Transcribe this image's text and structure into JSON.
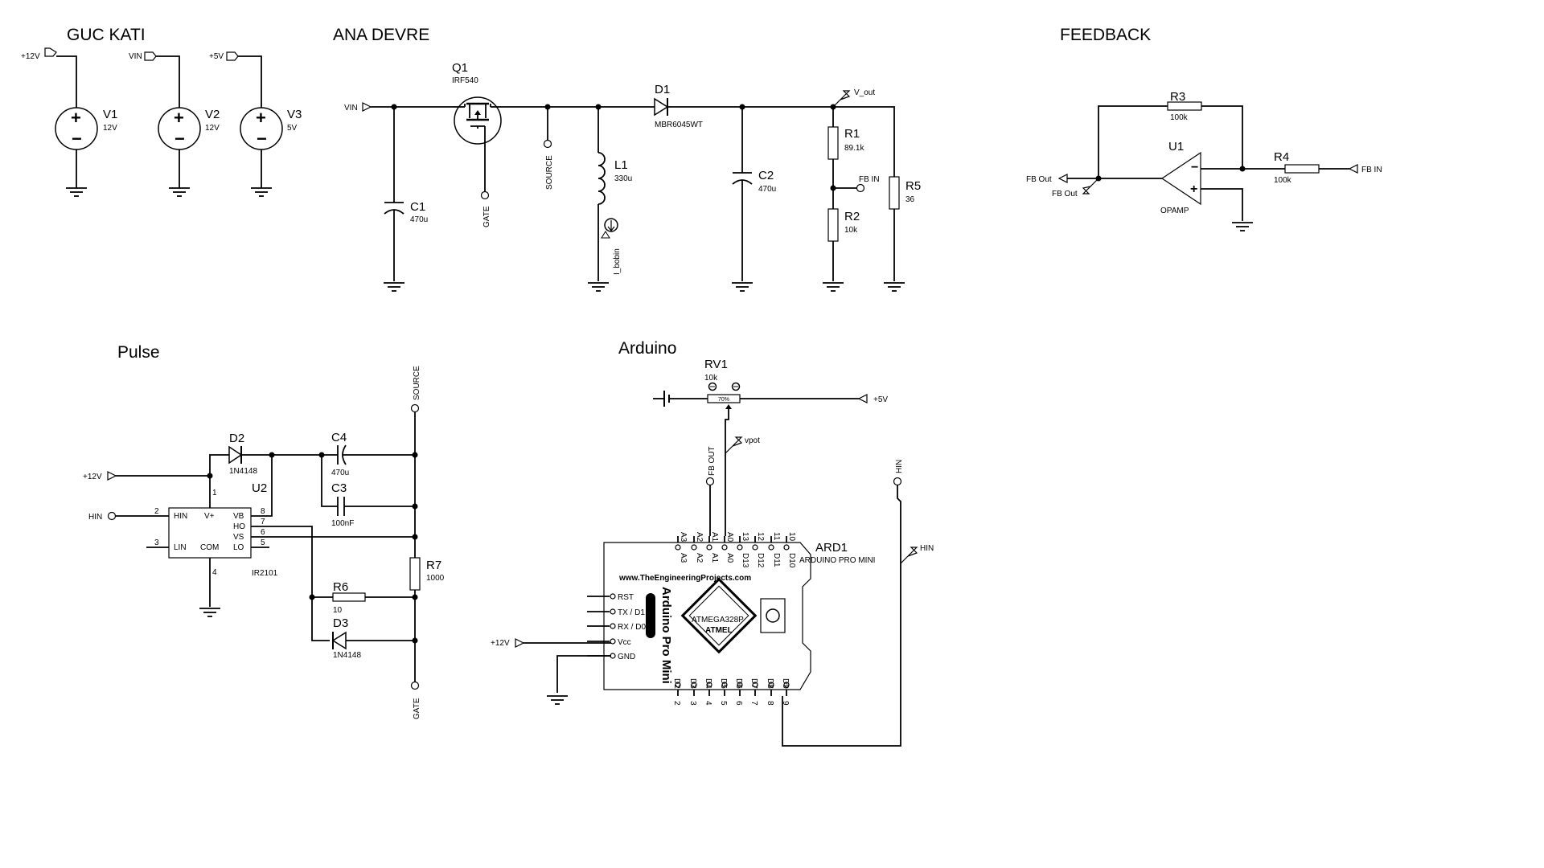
{
  "sections": {
    "power": "GUC KATI",
    "main": "ANA DEVRE",
    "feedback": "FEEDBACK",
    "pulse": "Pulse",
    "arduino": "Arduino"
  },
  "power": {
    "v1": {
      "ref": "V1",
      "value": "12V",
      "net": "+12V"
    },
    "v2": {
      "ref": "V2",
      "value": "12V",
      "net": "VIN"
    },
    "v3": {
      "ref": "V3",
      "value": "5V",
      "net": "+5V"
    }
  },
  "main": {
    "vin_net": "VIN",
    "q1": {
      "ref": "Q1",
      "value": "IRF540"
    },
    "gate_probe": "GATE",
    "source_probe": "SOURCE",
    "l1": {
      "ref": "L1",
      "value": "330u"
    },
    "current_probe": "I_bobin",
    "d1": {
      "ref": "D1",
      "value": "MBR6045WT"
    },
    "c1": {
      "ref": "C1",
      "value": "470u"
    },
    "c2": {
      "ref": "C2",
      "value": "470u"
    },
    "r1": {
      "ref": "R1",
      "value": "89.1k"
    },
    "r2": {
      "ref": "R2",
      "value": "10k"
    },
    "r5": {
      "ref": "R5",
      "value": "36"
    },
    "fb_in_probe": "FB IN",
    "vout_probe": "V_out"
  },
  "feedback": {
    "r3": {
      "ref": "R3",
      "value": "100k"
    },
    "r4": {
      "ref": "R4",
      "value": "100k"
    },
    "u1": {
      "ref": "U1",
      "value": "OPAMP"
    },
    "fb_out_term": "FB Out",
    "fb_out_probe": "FB Out",
    "fb_in_term": "FB IN"
  },
  "pulse": {
    "vcc_net": "+12V",
    "hin_probe": "HIN",
    "u2": {
      "ref": "U2",
      "value": "IR2101",
      "pins_left": [
        {
          "num": "2",
          "name": "HIN"
        },
        {
          "num": "3",
          "name": "LIN"
        }
      ],
      "pins_right": [
        {
          "num": "8",
          "name": "VB"
        },
        {
          "num": "7",
          "name": "HO"
        },
        {
          "num": "6",
          "name": "VS"
        },
        {
          "num": "5",
          "name": "LO"
        }
      ],
      "pin_top": {
        "num": "1",
        "name": "V+"
      },
      "pin_bottom": {
        "num": "4",
        "name": "COM"
      }
    },
    "d2": {
      "ref": "D2",
      "value": "1N4148"
    },
    "d3": {
      "ref": "D3",
      "value": "1N4148"
    },
    "c4": {
      "ref": "C4",
      "value": "470u"
    },
    "c3": {
      "ref": "C3",
      "value": "100nF"
    },
    "r6": {
      "ref": "R6",
      "value": "10"
    },
    "r7": {
      "ref": "R7",
      "value": "1000"
    },
    "source_probe": "SOURCE",
    "gate_probe": "GATE"
  },
  "arduino": {
    "rv1": {
      "ref": "RV1",
      "value": "10k",
      "position": "70%"
    },
    "vcc5_net": "+5V",
    "vpot_probe": "vpot",
    "fb_out_probe": "FB OUT",
    "hin_probe": "HIN",
    "hin_label": "HIN",
    "vcc12_net": "+12V",
    "ard1": {
      "ref": "ARD1",
      "value": "ARDUINO PRO MINI"
    },
    "website": "www.TheEngineeringProjects.com",
    "board_name": "Arduino Pro Mini",
    "chip_line1": "ATMEGA328P",
    "chip_line2": "ATMEL",
    "top_pins": [
      {
        "num": "A3",
        "name": "A3"
      },
      {
        "num": "A2",
        "name": "A2"
      },
      {
        "num": "A1",
        "name": "A1"
      },
      {
        "num": "A0",
        "name": "A0"
      },
      {
        "num": "13",
        "name": "D13"
      },
      {
        "num": "12",
        "name": "D12"
      },
      {
        "num": "11",
        "name": "D11"
      },
      {
        "num": "10",
        "name": "D10"
      }
    ],
    "left_pins": [
      "RST",
      "TX / D1",
      "RX / D0",
      "Vcc",
      "GND"
    ],
    "bottom_pins": [
      {
        "num": "2",
        "name": "D2"
      },
      {
        "num": "3",
        "name": "D3"
      },
      {
        "num": "4",
        "name": "D4"
      },
      {
        "num": "5",
        "name": "D5"
      },
      {
        "num": "6",
        "name": "D6"
      },
      {
        "num": "7",
        "name": "D7"
      },
      {
        "num": "8",
        "name": "D8"
      },
      {
        "num": "9",
        "name": "D9"
      }
    ]
  }
}
